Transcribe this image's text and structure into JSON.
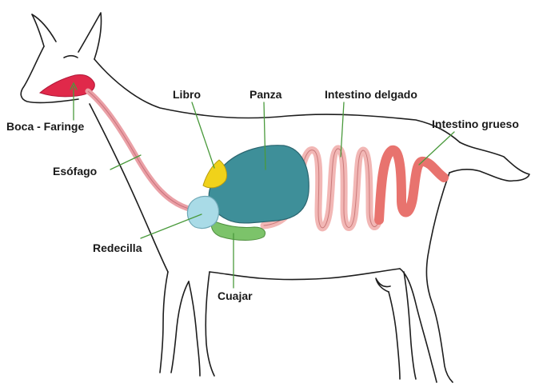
{
  "labels": {
    "boca_faringe": "Boca - Faringe",
    "esofago": "Esófago",
    "libro": "Libro",
    "panza": "Panza",
    "intestino_delgado": "Intestino delgado",
    "intestino_grueso": "Intestino grueso",
    "redecilla": "Redecilla",
    "cuajar": "Cuajar"
  },
  "colors": {
    "outline": "#1e1e1e",
    "boca": "#e0294a",
    "esofago": "#eaa0a6",
    "libro": "#f0d21a",
    "panza": "#3e8f99",
    "redecilla": "#a9dbe7",
    "cuajar": "#7cc36a",
    "intestino_delgado": "#f2b7b5",
    "intestino_grueso": "#e8736e",
    "leader": "#4a9a3c"
  }
}
